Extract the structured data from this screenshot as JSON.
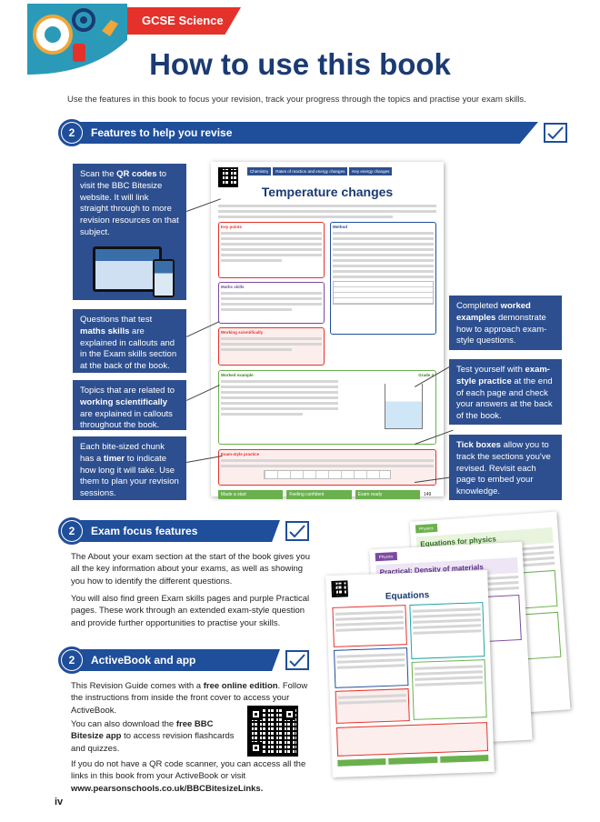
{
  "header": {
    "tab": "GCSE Science",
    "title": "How to use this book"
  },
  "intro": "Use the features in this book to focus your revision, track your progress through the topics and practise your exam skills.",
  "section1": {
    "number": "2",
    "title": "Features to help you revise",
    "callouts": {
      "qr": {
        "pre": "Scan the ",
        "bold": "QR codes",
        "post": " to visit the BBC Bitesize website. It will link straight through to more revision resources on that subject."
      },
      "maths": {
        "pre": "Questions that test ",
        "bold": "maths skills",
        "post": " are explained in callouts and in the Exam skills section at the back of the book."
      },
      "working": {
        "pre": "Topics that are related to ",
        "bold": "working scientifically",
        "post": " are explained in callouts throughout the book."
      },
      "timer": {
        "pre": "Each bite-sized chunk has a ",
        "bold": "timer",
        "post": " to indicate how long it will take. Use them to plan your revision sessions."
      },
      "worked": {
        "pre": "Completed ",
        "bold": "worked examples",
        "post": " demonstrate how to approach exam-style questions."
      },
      "practice": {
        "pre": "Test yourself with ",
        "bold": "exam-style practice",
        "post": " at the end of each page and check your answers at the back of the book."
      },
      "tick": {
        "pre": "",
        "bold": "Tick boxes",
        "post": " allow you to track the sections you've revised. Revisit each page to embed your knowledge."
      }
    },
    "sample_page": {
      "breadcrumb": [
        "Chemistry",
        "Rates of reaction and energy changes",
        "Key energy changes"
      ],
      "title": "Temperature changes",
      "labels": [
        "Key points",
        "Method",
        "Maths skills",
        "Working scientifically",
        "Worked example",
        "Exam-style practice"
      ],
      "grade": "Grade 4",
      "footer": [
        "Made a start",
        "Feeling confident",
        "Exam ready"
      ],
      "page_no": "149"
    }
  },
  "section2": {
    "number": "2",
    "title": "Exam focus features",
    "para1": "The About your exam section at the start of the book gives you all the key information about your exams, as well as showing you how to identify the different questions.",
    "para2": "You will also find green Exam skills pages and purple Practical pages. These work through an extended exam-style question and provide further opportunities to practise your skills."
  },
  "section3": {
    "number": "2",
    "title": "ActiveBook and app",
    "para1_pre": "This Revision Guide comes with a ",
    "para1_bold": "free online edition",
    "para1_post": ". Follow the instructions from inside the front cover to access your ActiveBook.",
    "para2_pre": "You can also download the ",
    "para2_bold": "free BBC Bitesize app",
    "para2_post": " to access revision flashcards and quizzes.",
    "para3": "If you do not have a QR code scanner, you can access all the links in this book from your ActiveBook or visit",
    "url": "www.pearsonschools.co.uk/BBCBitesizeLinks."
  },
  "stack": {
    "back": {
      "tab": "Physics",
      "title": "Equations for physics"
    },
    "middle": {
      "tab": "Physics",
      "title": "Practical: Density of materials"
    },
    "front": {
      "title": "Equations"
    }
  },
  "page_number": "iv",
  "colors": {
    "navy": "#1f4e9a",
    "callout": "#2d4f8f",
    "red": "#e4322b",
    "green": "#6ab04c",
    "purple": "#7b4aa0",
    "teal": "#1ea5a6"
  }
}
